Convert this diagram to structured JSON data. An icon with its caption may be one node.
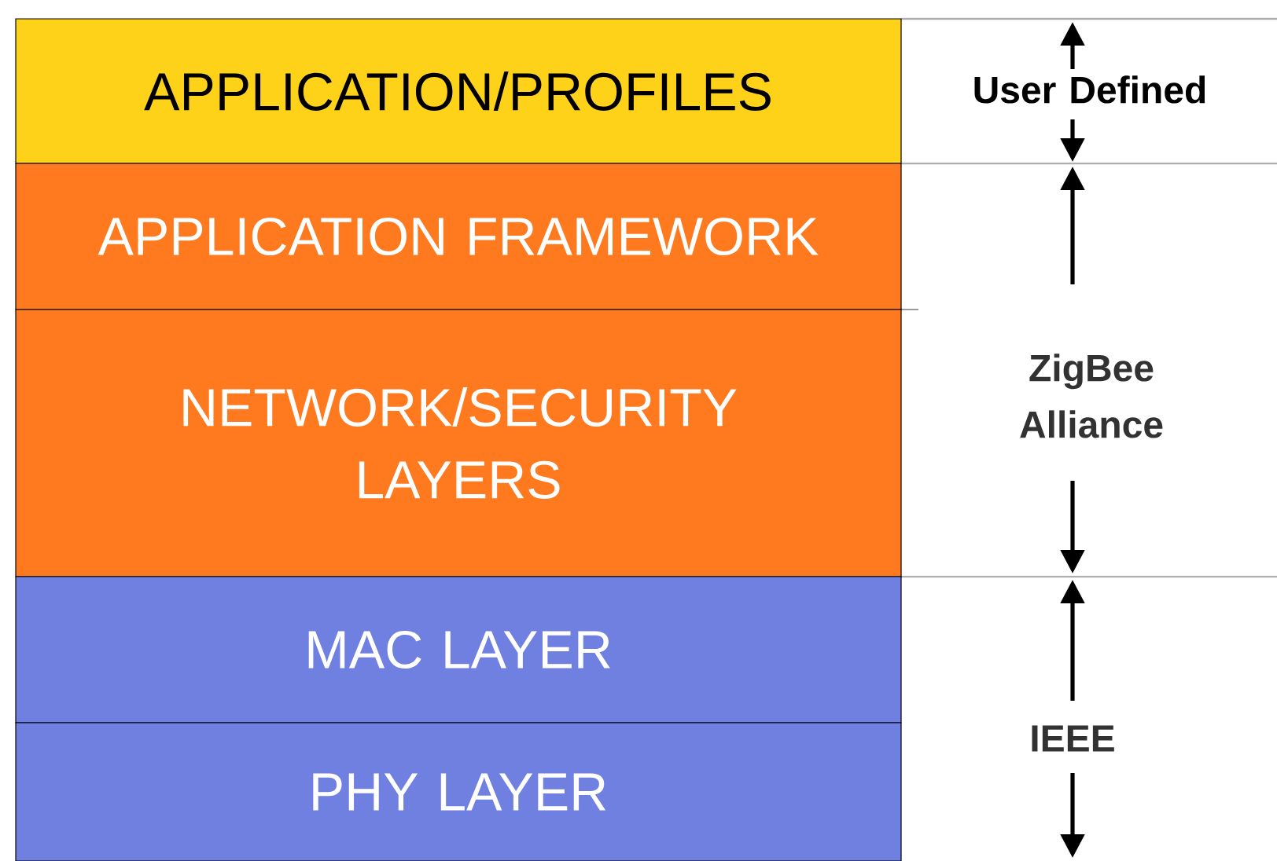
{
  "diagram": {
    "nodes": [
      {
        "text": [
          "APPLICATION/PROFILES"
        ]
      },
      {
        "text": [
          "APPLICATION FRAMEWORK"
        ]
      },
      {
        "text": [
          "NETWORK/SECURITY LAYERS"
        ]
      },
      {
        "text": [
          "MAC LAYER"
        ]
      },
      {
        "text": [
          "PHY LAYER"
        ]
      }
    ],
    "labels": [
      "User Defined",
      "ZigBee Alliance",
      "IEEE"
    ]
  }
}
